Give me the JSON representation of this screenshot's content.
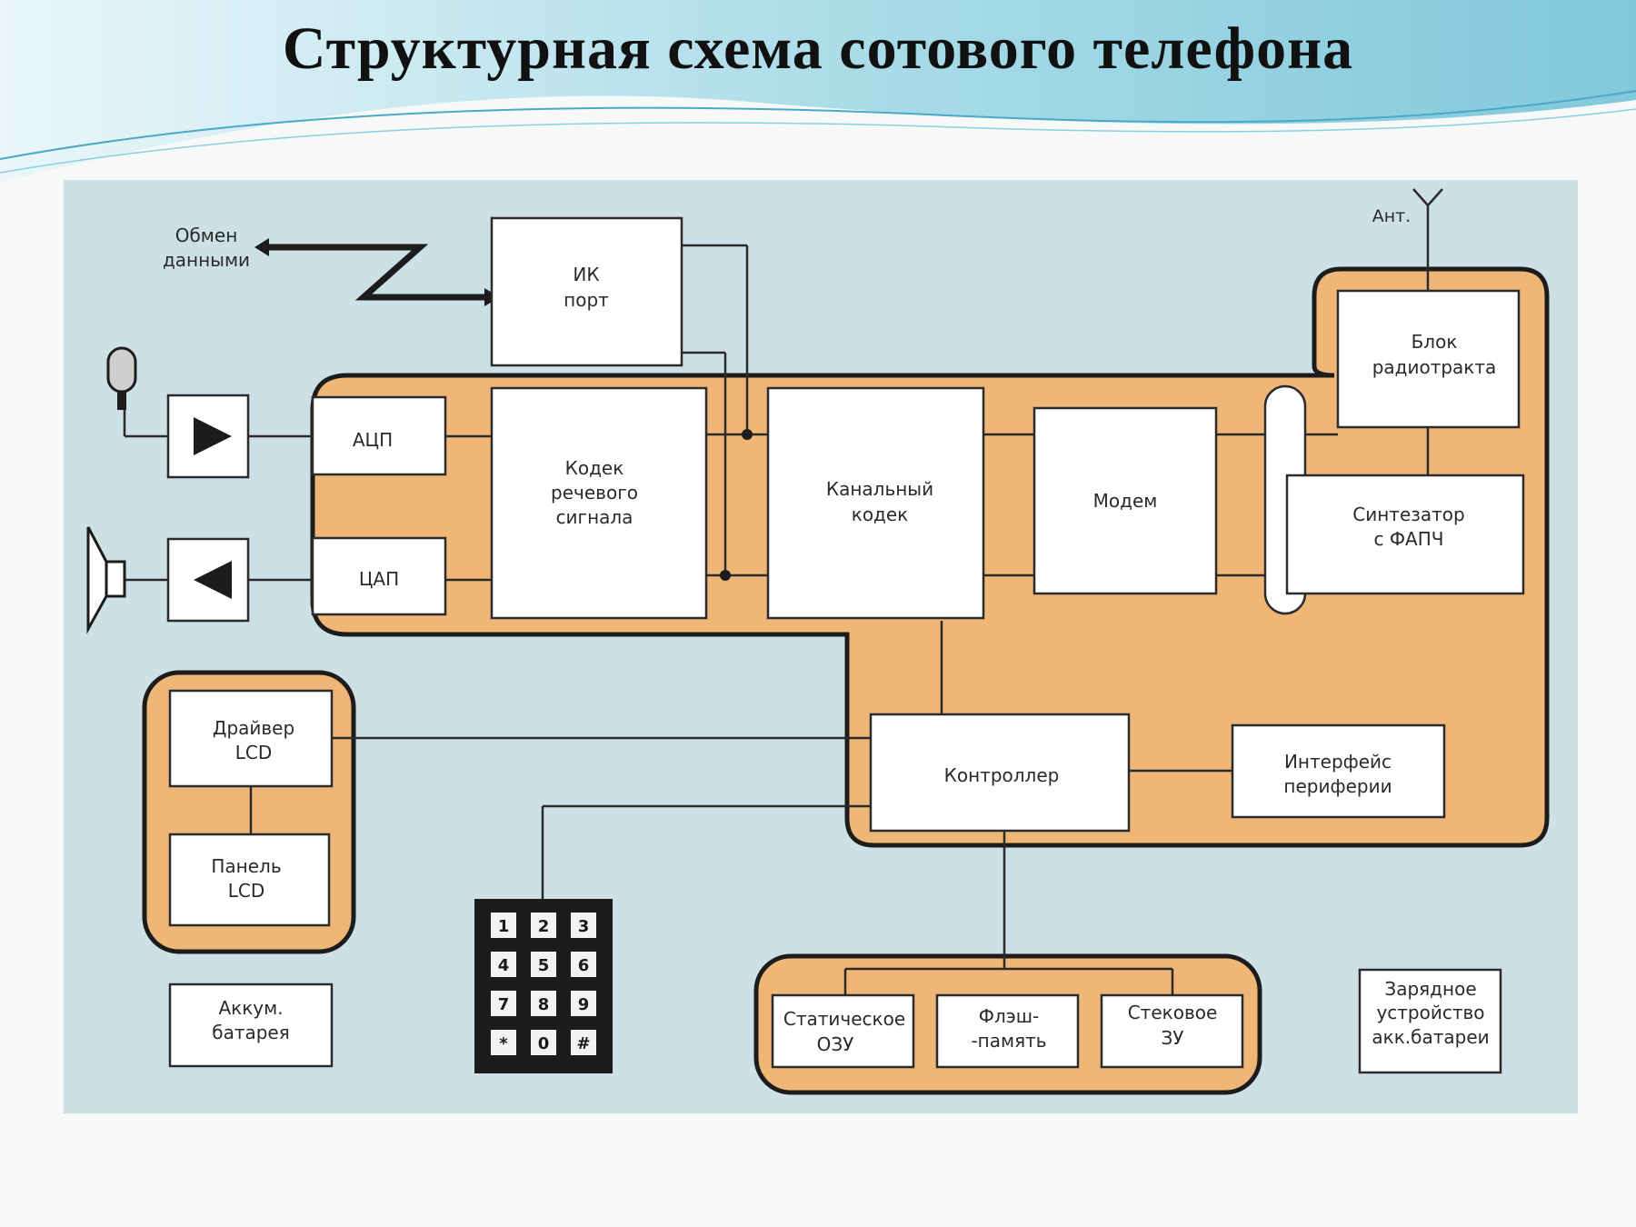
{
  "title": "Структурная схема сотового телефона",
  "colors": {
    "panel_bg": "#cde0e6",
    "block_group": "#efb777",
    "accent_wave": "#7ec8dc"
  },
  "diagram": {
    "exchange_label": [
      "Обмен",
      "данными"
    ],
    "antenna_label": "Ант.",
    "blocks": {
      "ir_port": [
        "ИК",
        "порт"
      ],
      "adc": [
        "АЦП"
      ],
      "dac": [
        "ЦАП"
      ],
      "speech_codec": [
        "Кодек",
        "речевого",
        "сигнала"
      ],
      "channel_codec": [
        "Канальный",
        "кодек"
      ],
      "modem": [
        "Модем"
      ],
      "radio_block": [
        "Блок",
        "радиотракта"
      ],
      "synthesizer": [
        "Синтезатор",
        "с ФАПЧ"
      ],
      "lcd_driver": [
        "Драйвер",
        "LCD"
      ],
      "lcd_panel": [
        "Панель",
        "LCD"
      ],
      "controller": [
        "Контроллер"
      ],
      "peripheral_interface": [
        "Интерфейс",
        "периферии"
      ],
      "battery": [
        "Аккум.",
        "батарея"
      ],
      "static_ram": [
        "Статическое",
        "ОЗУ"
      ],
      "flash_memory": [
        "Флэш-",
        "-память"
      ],
      "stack_memory": [
        "Стековое",
        "ЗУ"
      ],
      "charger": [
        "Зарядное",
        "устройство",
        "акк.батареи"
      ]
    },
    "keypad_keys": [
      "1",
      "2",
      "3",
      "4",
      "5",
      "6",
      "7",
      "8",
      "9",
      "*",
      "0",
      "#"
    ]
  }
}
